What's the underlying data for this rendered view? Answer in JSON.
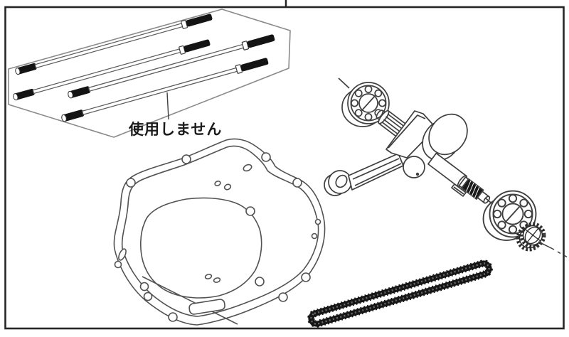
{
  "illustration": {
    "label_not_used": "使用しません",
    "parts": [
      {
        "name": "cylinder-stud",
        "count": 4,
        "annotation": "使用しません"
      },
      {
        "name": "crankcase-cover-gasket",
        "count": 1
      },
      {
        "name": "crankshaft-with-connecting-rod",
        "count": 1
      },
      {
        "name": "ball-bearing",
        "count": 2
      },
      {
        "name": "timing-sprocket",
        "count": 1
      },
      {
        "name": "cam-chain",
        "count": 1
      }
    ],
    "colors": {
      "line": "#3f3f3f",
      "gasket_line": "#525252",
      "dark_fill": "#161616",
      "frame_border": "#262626",
      "paper": "#ffffff"
    }
  }
}
